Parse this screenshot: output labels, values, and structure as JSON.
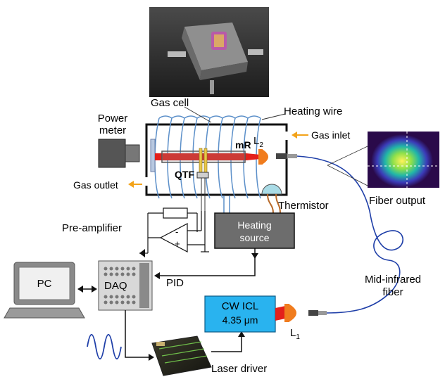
{
  "labels": {
    "gas_cell": "Gas cell",
    "heating_wire": "Heating wire",
    "power_meter_line1": "Power",
    "power_meter_line2": "meter",
    "gas_inlet": "Gas inlet",
    "gas_outlet": "Gas outlet",
    "mr": "mR",
    "qtf": "QTF",
    "lens2_main": "L",
    "lens2_sub": "2",
    "fiber_output": "Fiber output",
    "thermistor": "Thermistor",
    "pre_amplifier": "Pre-amplifier",
    "heating_source_line1": "Heating",
    "heating_source_line2": "source",
    "pc": "PC",
    "daq": "DAQ",
    "pid": "PID",
    "mid_infrared_line1": "Mid-infrared",
    "mid_infrared_line2": "fiber",
    "cw_icl_line1": "CW ICL",
    "cw_icl_line2": "4.35 μm",
    "lens1_main": "L",
    "lens1_sub": "1",
    "laser_driver": "Laser driver",
    "opamp_minus": "-",
    "opamp_plus": "+"
  },
  "colors": {
    "heating_source_fill": "#6d6d6d",
    "laser_box_fill": "#29b3ef",
    "beam": "#e3201b",
    "lens": "#f07c1e",
    "arrow_gas": "#f3a31a",
    "fiber": "#1f3fa8",
    "wire_coil": "#5b8fc9"
  }
}
